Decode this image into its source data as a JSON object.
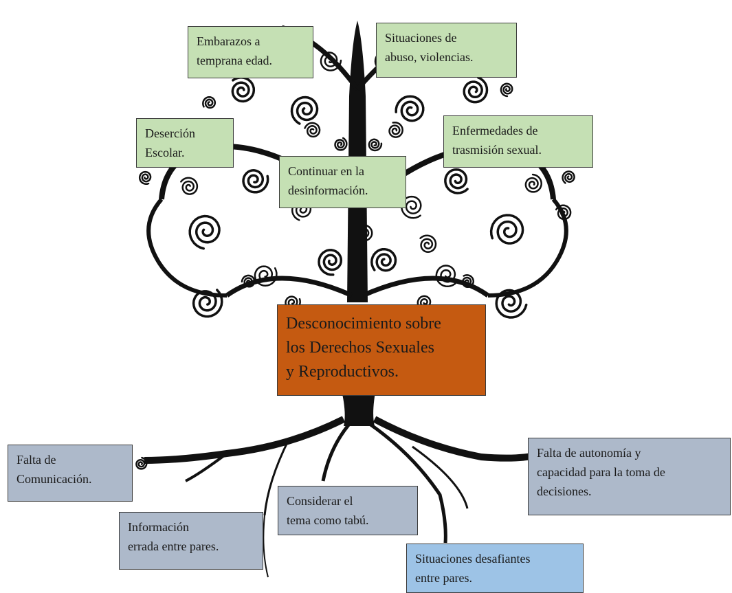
{
  "central_problem": "Desconocimiento sobre\nlos Derechos Sexuales\ny Reproductivos.",
  "consequences": [
    "Embarazos a\ntemprana edad.",
    "Situaciones de\nabuso, violencias.",
    "Deserción\nEscolar.",
    "Enfermedades de\ntrasmisión sexual.",
    "Continuar en la\ndesinformación."
  ],
  "causes": [
    "Falta de\nComunicación.",
    "Información\nerrada entre pares.",
    "Considerar el\ntema como tabú.",
    "Situaciones desafiantes\nentre pares.",
    "Falta de autonomía y\ncapacidad para la toma de\ndecisiones."
  ],
  "colors": {
    "consequence_box": "#c5e0b4",
    "cause_box": "#adb9ca",
    "cause_box_highlight": "#9dc3e6",
    "central_box": "#c55a11",
    "tree": "#111111"
  }
}
